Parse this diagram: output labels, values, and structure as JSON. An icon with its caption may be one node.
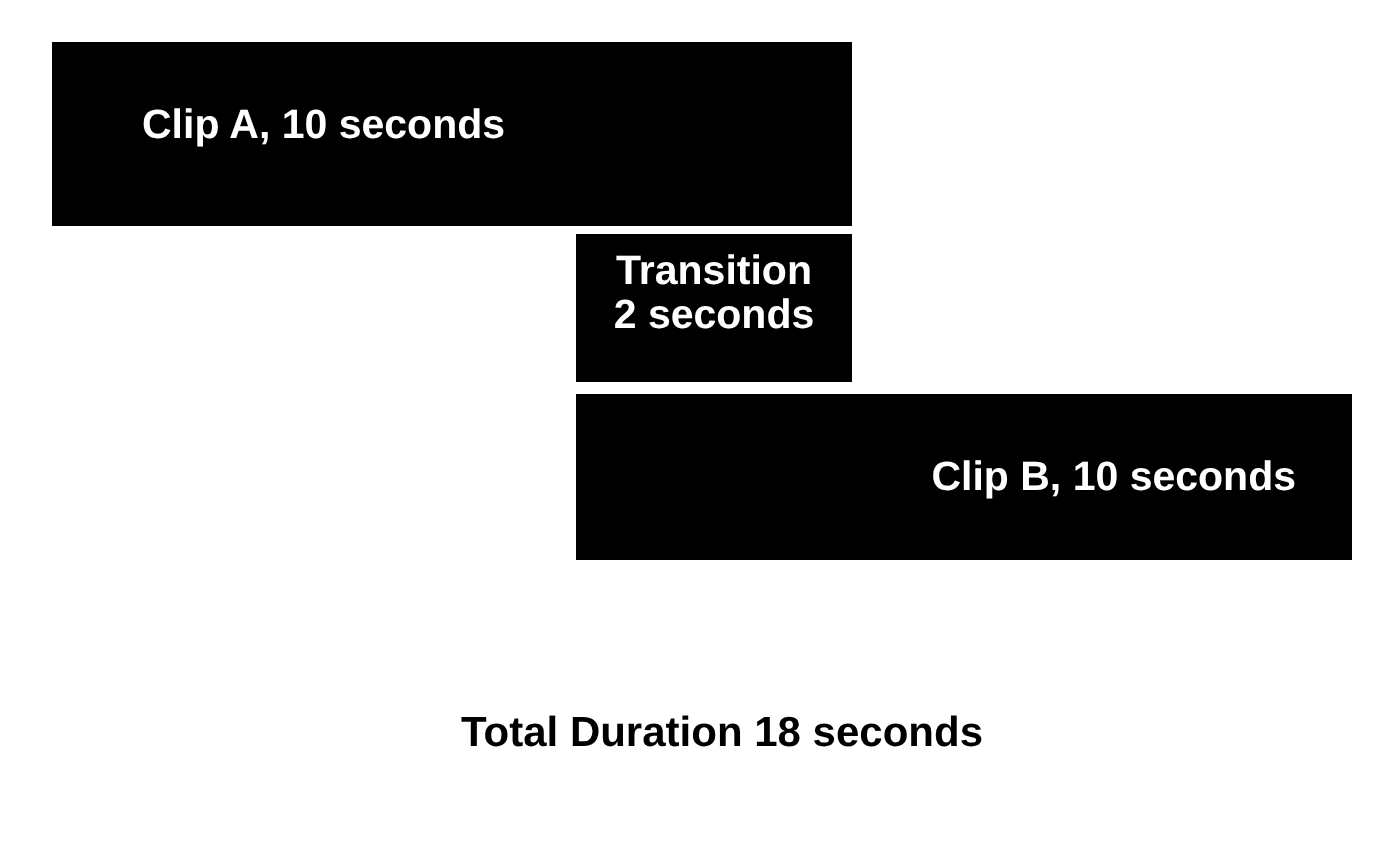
{
  "diagram": {
    "nodes": [
      {
        "text": [
          "Clip A, 10 seconds"
        ]
      },
      {
        "text": [
          "Transition 2 seconds"
        ]
      },
      {
        "text": [
          "Clip B, 10 seconds"
        ]
      }
    ],
    "labels": [
      "Total Duration 18 seconds"
    ]
  }
}
